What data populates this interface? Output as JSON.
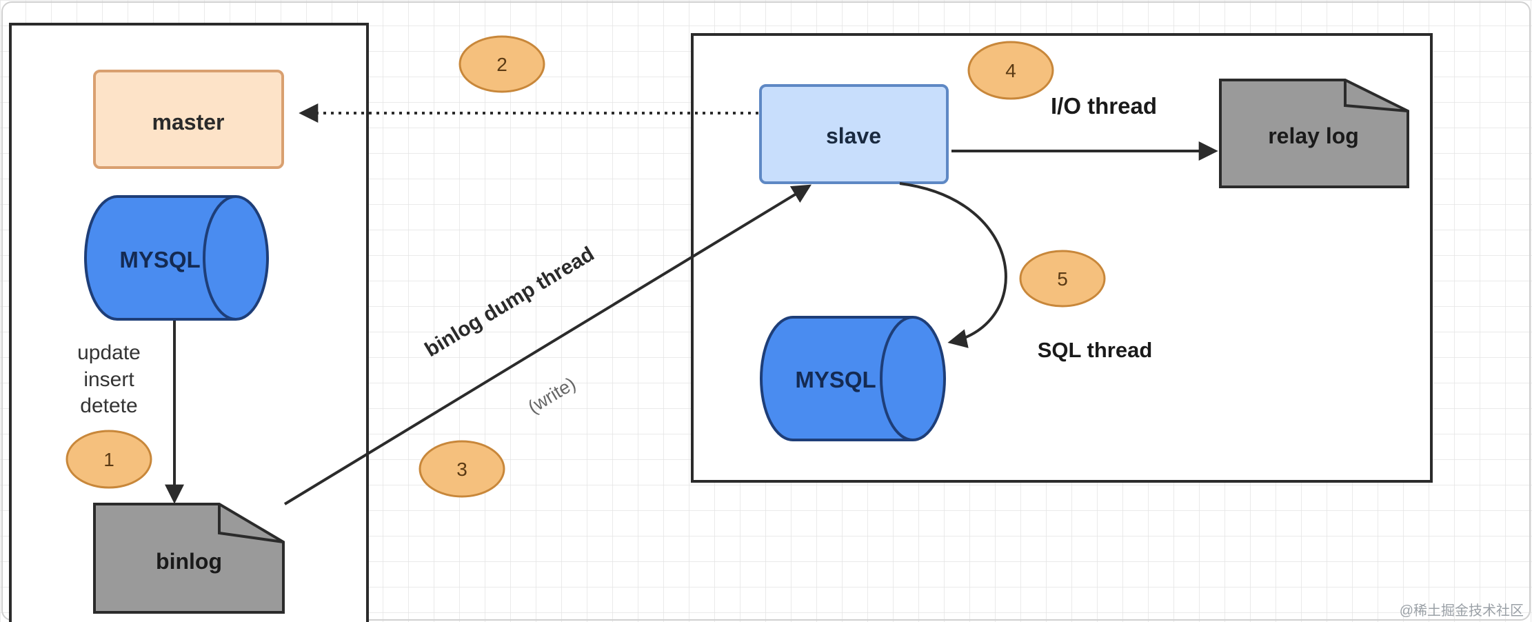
{
  "master_label": "master",
  "master_db_label": "MYSQL",
  "ops": [
    "update",
    "insert",
    "detete"
  ],
  "binlog_label": "binlog",
  "slave_label": "slave",
  "slave_db_label": "MYSQL",
  "relay_log_label": "relay log",
  "io_thread_label": "I/O thread",
  "sql_thread_label": "SQL thread",
  "binlog_dump_thread_label": "binlog dump thread",
  "write_label": "(write)",
  "step_badges": [
    "1",
    "2",
    "3",
    "4",
    "5"
  ],
  "watermark": "@稀土掘金技术社区",
  "colors": {
    "master_fill": "#fde3c8",
    "master_stroke": "#d9a070",
    "slave_fill": "#c8defc",
    "slave_stroke": "#5e88c4",
    "db_fill": "#4a8cf0",
    "db_stroke": "#1e3e78",
    "doc_fill": "#9a9a9a",
    "badge_fill": "#f5c07d",
    "badge_stroke": "#c8873a",
    "grid": "#e2e2e2",
    "line": "#2b2b2b"
  }
}
